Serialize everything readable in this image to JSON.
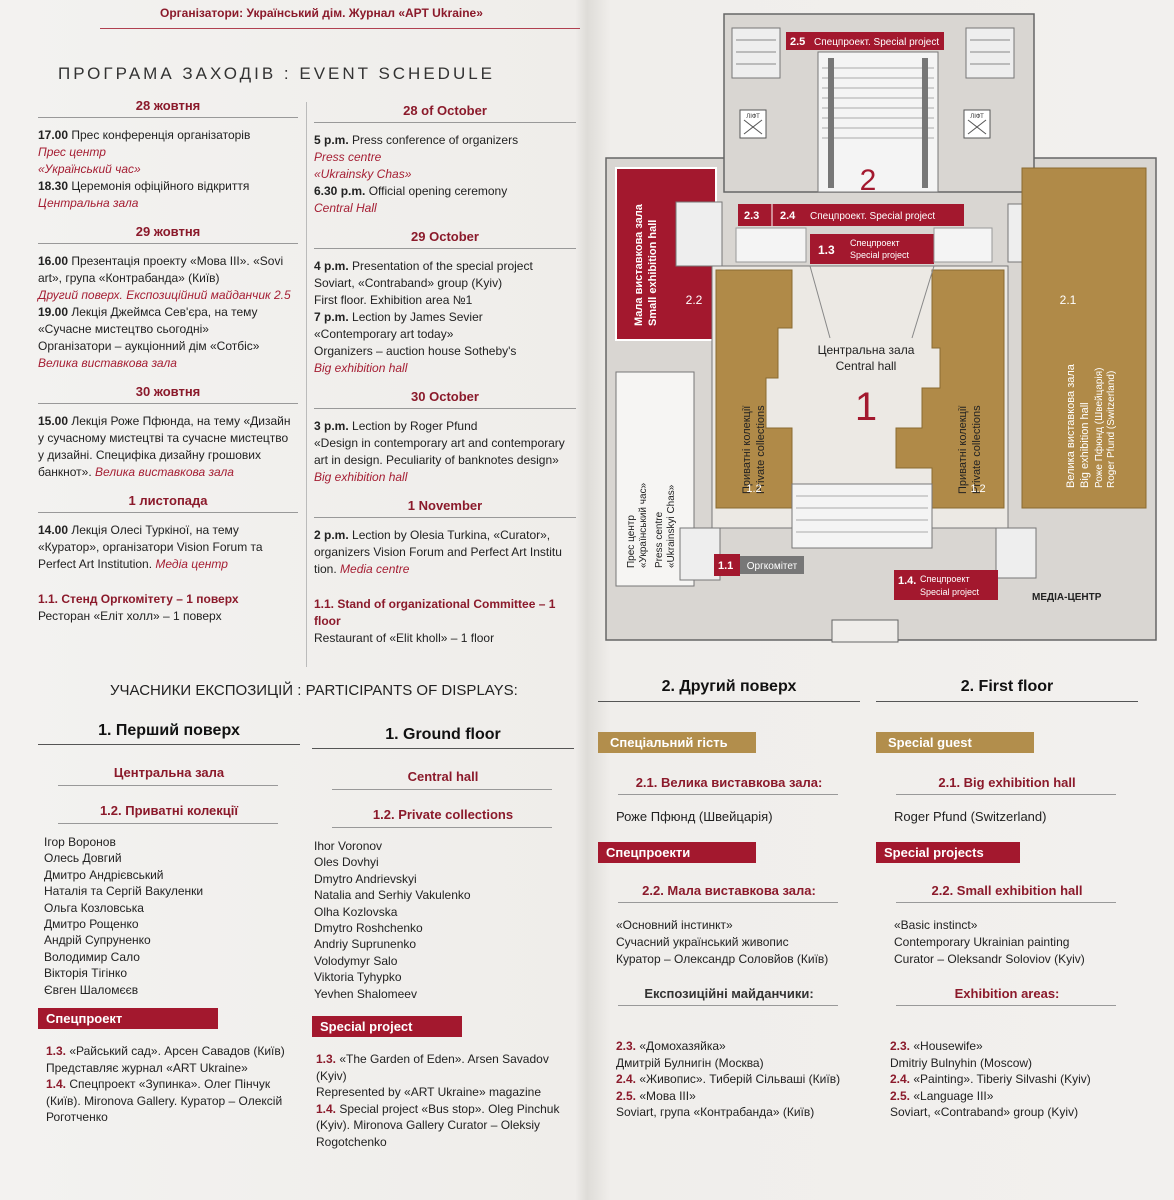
{
  "header": {
    "organizers": "Організатори: Український дім. Журнал «АРТ Ukraine»",
    "title": "ПРОГРАМА ЗАХОДІВ : EVENT SCHEDULE"
  },
  "schedule_ua": [
    {
      "date": "28 жовтня",
      "lines": [
        {
          "b": "17.00",
          "t": " Прес конференція організаторів"
        },
        {
          "i": "Прес центр"
        },
        {
          "i": "«Український час»"
        },
        {
          "b": "18.30",
          "t": " Церемонія офіційного відкриття"
        },
        {
          "i": "Центральна зала"
        }
      ]
    },
    {
      "date": "29 жовтня",
      "lines": [
        {
          "b": "16.00",
          "t": " Презентація проекту «Мова III». «Sovi"
        },
        {
          "t": "art», група «Контрабанда» (Київ)"
        },
        {
          "i": "Другий поверх. Експозиційний майданчик 2.5"
        },
        {
          "t": " "
        },
        {
          "b": "19.00",
          "t": " Лекція Джеймса Сев'єра, на тему"
        },
        {
          "t": "«Сучасне мистецтво сьогодні»"
        },
        {
          "t": "Організатори – аукціонний дім «Сотбіс»"
        },
        {
          "i": "Велика виставкова зала"
        }
      ]
    },
    {
      "date": "30 жовтня",
      "lines": [
        {
          "b": "15.00",
          "t": " Лекція Роже Пфюнда, на тему «Дизайн"
        },
        {
          "t": "у сучасному мистецтві та сучасне мистецтво"
        },
        {
          "t": "у дизайні. Специфіка дизайну грошових"
        },
        {
          "t": "банкнот».",
          "i2": " Велика виставкова зала"
        }
      ]
    },
    {
      "date": "1 листопада",
      "lines": [
        {
          "b": "14.00",
          "t": " Лекція Олесі Туркіної, на тему"
        },
        {
          "t": "«Куратор», організатори Vision Forum та"
        },
        {
          "t": "Perfect Art Institution.",
          "i2": "  Медіа центр"
        }
      ]
    }
  ],
  "schedule_en": [
    {
      "date": "28 of October",
      "lines": [
        {
          "b": "5 p.m.",
          "t": " Press conference of organizers"
        },
        {
          "i": "Press centre"
        },
        {
          "i": "«Ukrainsky Chas»"
        },
        {
          "b": "6.30 p.m.",
          "t": " Official opening ceremony"
        },
        {
          "i": "Central Hall"
        }
      ]
    },
    {
      "date": "29 October",
      "lines": [
        {
          "b": "4 p.m.",
          "t": " Presentation of the special project"
        },
        {
          "t": "Soviart, «Contraband» group (Kyiv)"
        },
        {
          "t": "First floor. Exhibition area №1"
        },
        {
          "t": " "
        },
        {
          "b": "7 p.m.",
          "t": " Lection by James Sevier"
        },
        {
          "t": "«Contemporary art today»"
        },
        {
          "t": "Organizers – auction house Sotheby's"
        },
        {
          "i": "Big exhibition hall"
        }
      ]
    },
    {
      "date": "30 October",
      "lines": [
        {
          "b": "3 p.m.",
          "t": " Lection by Roger Pfund"
        },
        {
          "t": "«Design in contemporary art and contemporary"
        },
        {
          "t": "art in design. Peculiarity of banknotes design»"
        },
        {
          "i": "Big exhibition hall"
        }
      ]
    },
    {
      "date": "1 November",
      "lines": [
        {
          "b": "2 p.m.",
          "t": " Lection by Olesia Turkina, «Curator»,"
        },
        {
          "t": "organizers  Vision Forum and Perfect Art Institu"
        },
        {
          "t": "tion.",
          "i2": " Media centre"
        }
      ]
    }
  ],
  "stand_ua": {
    "b": "1.1. Стенд Оргкомітету – 1 поверх",
    "t": "Ресторан «Еліт холл» – 1 поверх"
  },
  "stand_en": {
    "b": "1.1. Stand of organizational Committee – 1 floor",
    "t": "Restaurant of «Elit kholl» – 1 floor"
  },
  "participants_title": "УЧАСНИКИ ЕКСПОЗИЦІЙ  :  PARTICIPANTS OF DISPLAYS:",
  "ground_ua": {
    "floor": "1. Перший поверх",
    "hall": "Центральна зала",
    "sub": "1.2. Приватні колекції",
    "names": [
      "Ігор Воронов",
      "Олесь Довгий",
      "Дмитро Андрієвський",
      "Наталія та Сергій Вакуленки",
      "Ольга Козловська",
      "Дмитро Рощенко",
      "Андрій Супруненко",
      "Володимир Сало",
      "Вікторія Тігінко",
      "Євген Шаломєєв"
    ],
    "special": "Спецпроект",
    "projects": [
      {
        "b": "1.3.",
        "t": " «Райський сад». Арсен Савадов (Київ)"
      },
      {
        "t": "Представляє журнал «ART Ukraine»"
      },
      {
        "b": "1.4.",
        "t": " Спецпроект «Зупинка». Олег Пінчук"
      },
      {
        "t": "(Київ). Mironova Gallery. Куратор – Олексій"
      },
      {
        "t": "Роготченко"
      }
    ]
  },
  "ground_en": {
    "floor": "1. Ground floor",
    "hall": "Central hall",
    "sub": "1.2. Private collections",
    "names": [
      "Ihor Voronov",
      "Oles Dovhyi",
      "Dmytro Andrievskyi",
      "Natalia and Serhiy Vakulenko",
      "Olha Kozlovska",
      "Dmytro Roshchenko",
      "Andriy Suprunenko",
      "Volodymyr Salo",
      "Viktoria Tyhypko",
      "Yevhen Shalomeev"
    ],
    "special": "Special project",
    "projects": [
      {
        "b": "1.3.",
        "t": " «The Garden of Eden». Arsen Savadov (Kyiv)"
      },
      {
        "t": "Represented by «ART Ukraine» magazine"
      },
      {
        "b": "1.4.",
        "t": " Special project «Bus stop». Oleg Pinchuk"
      },
      {
        "t": "(Kyiv). Mironova Gallery Curator – Oleksiy"
      },
      {
        "t": "Rogotchenko"
      }
    ]
  },
  "first_ua": {
    "floor": "2. Другий поверх",
    "guest": "Спеціальний гість",
    "big": "2.1. Велика виставкова зала:",
    "guest_name": "Роже Пфюнд (Швейцарія)",
    "special": "Спецпроекти",
    "small": "2.2. Мала виставкова зала:",
    "small_lines": [
      "«Основний інстинкт»",
      "Сучасний український живопис",
      "Куратор – Олександр Соловйов (Київ)"
    ],
    "areas": "Експозиційні майданчики:",
    "area_lines": [
      {
        "b": "2.3.",
        "t": " «Домохазяйка»"
      },
      {
        "t": "Дмитрій Булнигін (Москва)"
      },
      {
        "b": "2.4.",
        "t": " «Живопис». Тиберій Сільваші (Київ)"
      },
      {
        "b": "2.5.",
        "t": " «Мова III»"
      },
      {
        "t": "Soviart, група «Контрабанда» (Київ)"
      }
    ]
  },
  "first_en": {
    "floor": "2. First floor",
    "guest": "Special guest",
    "big": "2.1. Big exhibition hall",
    "guest_name": "Roger Pfund (Switzerland)",
    "special": "Special projects",
    "small": "2.2. Small exhibition hall",
    "small_lines": [
      "«Basic instinct»",
      "Contemporary Ukrainian painting",
      "Curator – Oleksandr Soloviov (Kyiv)"
    ],
    "areas": "Exhibition areas:",
    "area_lines": [
      {
        "b": "2.3.",
        "t": " «Housewife»"
      },
      {
        "t": "Dmitriy Bulnyhin (Moscow)"
      },
      {
        "b": "2.4.",
        "t": " «Painting». Tiberiy Silvashi (Kyiv)"
      },
      {
        "b": "2.5.",
        "t": " «Language III»"
      },
      {
        "t": "Soviart, «Contraband» group (Kyiv)"
      }
    ]
  },
  "map": {
    "l25": "2.5",
    "l25t": "Спецпроект. Special project",
    "lift1": "ЛІФТ",
    "lift2": "ЛІФТ",
    "l2": "2",
    "l23": "2.3",
    "l24": "2.4",
    "l24t": "Спецпроект. Special project",
    "l13": "1.3",
    "l13t1": "Спецпроект",
    "l13t2": "Special project",
    "small_ua": "Мала виставкова зала",
    "small_en": "Small exhibition hall",
    "l22": "2.2",
    "l21": "2.1",
    "big_ua": "Велика виставкова зала",
    "big_en": "Big exhibition hall",
    "big_p1": "Роже Пфюнд (Швейцарія)",
    "big_p2": "Roger Pfund (Switzerland)",
    "central_ua": "Центральна зала",
    "central_en": "Central hall",
    "l1": "1",
    "priv_ua": "Приватні колекції",
    "priv_en": "Private collections",
    "l12a": "1.2",
    "l12b": "1.2",
    "press1": "Прес центр",
    "press2": "«Український час»",
    "press3": "Press centre",
    "press4": "«Ukrainskyi Chas»",
    "l11": "1.1",
    "l11t": "Оргкомітет",
    "l14": "1.4.",
    "l14t1": "Спецпроект",
    "l14t2": "Special project",
    "media": "МЕДІА-ЦЕНТР"
  },
  "colors": {
    "maroon": "#8b1a2b",
    "red": "#a3182e",
    "gold": "#b28e4c"
  }
}
